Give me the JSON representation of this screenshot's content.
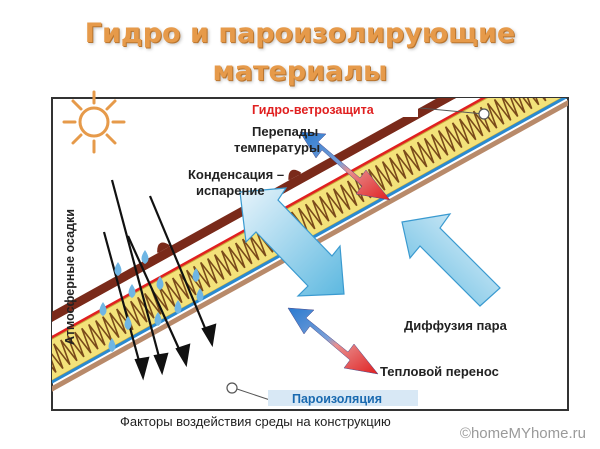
{
  "title": {
    "line1": "Гидро и пароизолирующие",
    "line2": "материалы"
  },
  "labels": {
    "wind_protection": "Гидро-ветрозащита",
    "temp_diff_1": "Перепады",
    "temp_diff_2": "температуры",
    "condensation_1": "Конденсация –",
    "condensation_2": "испарение",
    "precipitation": "Атмосферные осадки",
    "vapor_diffusion": "Диффузия пара",
    "heat_transfer": "Тепловой перенос",
    "vapor_barrier": "Пароизоляция",
    "caption": "Факторы воздействия среды на конструкцию"
  },
  "watermark": "©homeMYhome.ru",
  "colors": {
    "title": "#e69a4a",
    "roof_brown": "#7a2a1a",
    "insulation": "#f3e27a",
    "wind_red": "#e02020",
    "vapor_blue": "#2a8ad0",
    "label_box": "#d8e8f5"
  },
  "icons": [
    "sun-icon",
    "rain-drop-icon",
    "double-arrow-icon",
    "big-arrow-icon"
  ]
}
